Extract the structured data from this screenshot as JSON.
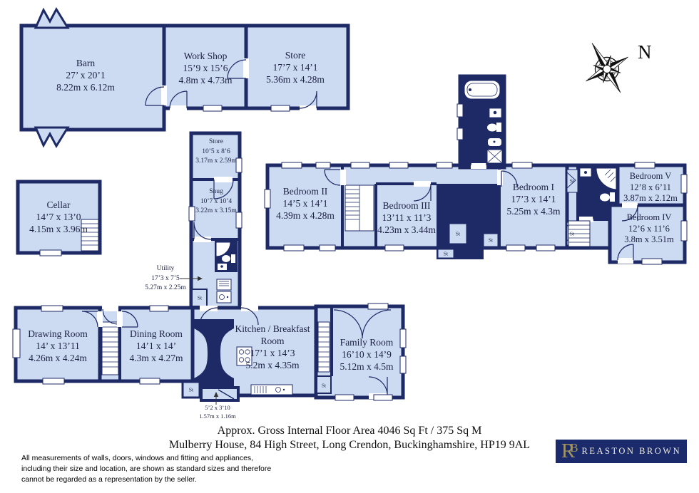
{
  "colors": {
    "wall_navy": "#1e2a66",
    "room_fill": "#ccdaf2",
    "logo_bg": "#1b2a6b",
    "logo_gold": "#a29463"
  },
  "compass": {
    "label": "N"
  },
  "st_label": "St",
  "rooms": {
    "barn": {
      "name": "Barn",
      "ft": "27’ x 20’1",
      "m": "8.22m x 6.12m"
    },
    "workshop": {
      "name": "Work Shop",
      "ft": "15’9 x 15’6",
      "m": "4.8m x 4.73m"
    },
    "store1": {
      "name": "Store",
      "ft": "17’7 x 14’1",
      "m": "5.36m x 4.28m"
    },
    "store2": {
      "name": "Store",
      "ft": "10’5 x 8’6",
      "m": "3.17m x 2.59m"
    },
    "snug": {
      "name": "Snug",
      "ft": "10’7 x 10’4",
      "m": "3.22m x 3.15m"
    },
    "cellar": {
      "name": "Cellar",
      "ft": "14’7 x 13’0",
      "m": "4.15m x 3.96m"
    },
    "utility": {
      "name": "Utility",
      "ft": "17’3 x 7’5",
      "m": "5.27m x 2.25m"
    },
    "bedroom2": {
      "name": "Bedroom II",
      "ft": "14’5 x 14’1",
      "m": "4.39m x 4.28m"
    },
    "bedroom3": {
      "name": "Bedroom III",
      "ft": "13’11 x 11’3",
      "m": "4.23m x 3.44m"
    },
    "bedroom1": {
      "name": "Bedroom I",
      "ft": "17’3 x 14’1",
      "m": "5.25m x 4.3m"
    },
    "bedroom5": {
      "name": "Bedroom V",
      "ft": "12’8 x 6’11",
      "m": "3.87m x 2.12m"
    },
    "bedroom4": {
      "name": "Bedroom IV",
      "ft": "12’6 x 11’6",
      "m": "3.8m x 3.51m"
    },
    "drawing": {
      "name": "Drawing Room",
      "ft": "14’ x 13’11",
      "m": "4.26m x 4.24m"
    },
    "dining": {
      "name": "Dining Room",
      "ft": "14’1 x 14’",
      "m": "4.3m x 4.27m"
    },
    "kitchen": {
      "name": "Kitchen / Breakfast Room",
      "ft": "17’1 x 14’3",
      "m": "5.2m x 4.35m"
    },
    "family": {
      "name": "Family Room",
      "ft": "16’10 x 14’9",
      "m": "5.12m x 4.5m"
    },
    "porch": {
      "ft": "5’2 x 3’10",
      "m": "1.57m x 1.16m"
    }
  },
  "footer": {
    "area": "Approx. Gross Internal Floor Area 4046 Sq Ft / 375 Sq M",
    "address": "Mulberry House, 84 High Street, Long Crendon, Buckinghamshire, HP19 9AL",
    "disclaimer_lines": [
      "All measurements of walls, doors, windows and fitting and appliances,",
      "including their size and location, are shown as standard sizes and therefore",
      "cannot be regarded as a representation by the seller."
    ]
  },
  "logo": {
    "monogram_r": "R",
    "monogram_b": "B",
    "name": "REASTON BROWN"
  }
}
